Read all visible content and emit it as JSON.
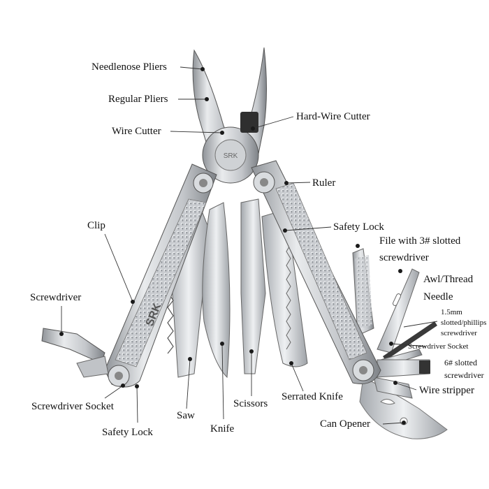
{
  "labels": {
    "needlenose_pliers": "Needlenose Pliers",
    "regular_pliers": "Regular Pliers",
    "wire_cutter": "Wire Cutter",
    "hard_wire_cutter": "Hard-Wire Cutter",
    "ruler": "Ruler",
    "clip": "Clip",
    "safety_lock_top": "Safety Lock",
    "file_line1": "File with 3# slotted",
    "file_line2": "screwdriver",
    "awl_line1": "Awl/Thread",
    "awl_line2": "Needle",
    "slotted_phillips_line1": "1.5mm",
    "slotted_phillips_line2": "slotted/phillips",
    "slotted_phillips_line3": "screwdriver",
    "screwdriver": "Screwdriver",
    "screwdriver_socket_right": "Screwdriver Socket",
    "slotted6_line1": "6# slotted",
    "slotted6_line2": "screwdriver",
    "wire_stripper": "Wire stripper",
    "screwdriver_socket_left": "Screwdriver Socket",
    "saw": "Saw",
    "scissors": "Scissors",
    "serrated_knife": "Serrated Knife",
    "knife": "Knife",
    "safety_lock_bottom": "Safety Lock",
    "can_opener": "Can Opener"
  },
  "handle_brand": "SRK",
  "pliers_engraving": "SRK",
  "colors": {
    "steel_light": "#e4e6e8",
    "steel_mid": "#b9bcc0",
    "steel_dark": "#7d8186",
    "leader": "#333333",
    "dot": "#1a1a1a"
  }
}
